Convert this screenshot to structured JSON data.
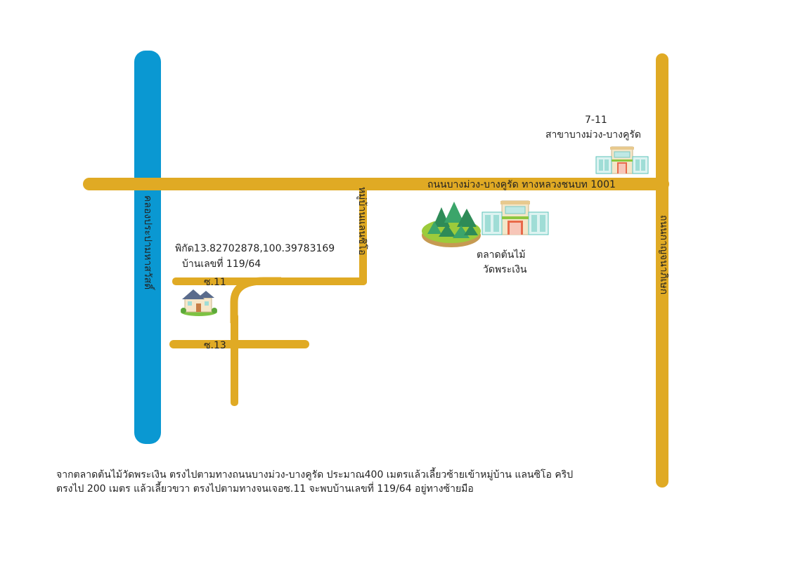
{
  "map": {
    "canal_label": "คลองประปามหาสวัสดิ์",
    "main_road_label": "ถนนบางม่วง-บางคูรัด ทางหลวงชนบท 1001",
    "right_road_label": "ถนนกาญจนาภิเษก",
    "village_road_label": "หมู่บ้านแลนซิโอ",
    "soi11_label": "ซ.11",
    "soi13_label": "ซ.13",
    "seven_eleven": {
      "line1": "7-11",
      "line2": "สาขาบางม่วง-บางคูรัด"
    },
    "market": {
      "line1": "ตลาดต้นไม้",
      "line2": "วัดพระเงิน"
    },
    "house": {
      "coords": "พิกัด13.82702878,100.39783169",
      "address": "บ้านเลขที่ 119/64"
    },
    "icons": [
      "store-icon",
      "market-building-icon",
      "hill-icon",
      "house-icon"
    ],
    "colors": {
      "road": "#E0AA24",
      "canal": "#0A98D2"
    }
  },
  "directions": {
    "line1": "จากตลาดต้นไม้วัดพระเงิน ตรงไปตามทางถนนบางม่วง-บางคูรัด ประมาณ400 เมตรแล้วเลี้ยวซ้ายเข้าหมู่บ้าน แลนซิโอ คริป",
    "line2": "ตรงไป 200 เมตร แล้วเลี้ยวขวา ตรงไปตามทางจนเจอซ.11  จะพบบ้านเลขที่ 119/64 อยู่ทางซ้ายมือ"
  }
}
